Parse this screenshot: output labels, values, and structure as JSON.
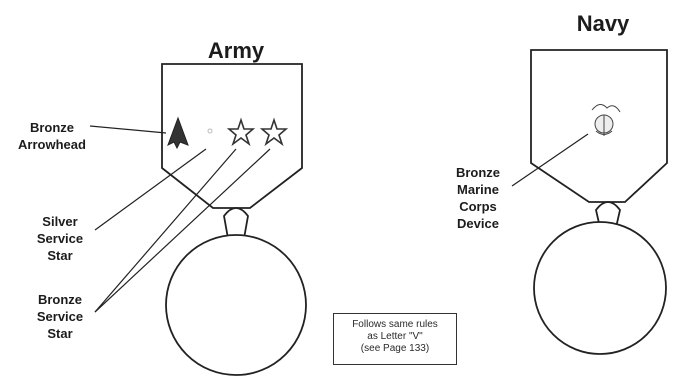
{
  "army": {
    "title": "Army",
    "labels": {
      "arrowhead": [
        "Bronze",
        "Arrowhead"
      ],
      "silver_star": [
        "Silver",
        "Service",
        "Star"
      ],
      "bronze_star": [
        "Bronze",
        "Service",
        "Star"
      ]
    }
  },
  "navy": {
    "title": "Navy",
    "labels": {
      "marine_device": [
        "Bronze",
        "Marine",
        "Corps",
        "Device"
      ]
    }
  },
  "note": [
    "Follows same rules",
    "as Letter \"V\"",
    "(see Page 133)"
  ],
  "colors": {
    "ink": "#1c1c1c",
    "paper": "#ffffff",
    "bronze": "#4a4a4a"
  }
}
